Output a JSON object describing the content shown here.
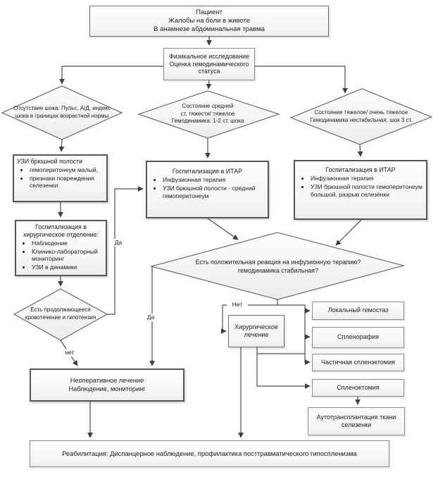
{
  "colors": {
    "connector": "#4d4d4d",
    "shape_border": "#5e5e5e",
    "box_background_top": "#fefefe",
    "box_background_bottom": "#eeeeee",
    "text": "#1a1a1a"
  },
  "nodes": {
    "patient": {
      "text": "Пациент\nЖалобы на боли в животе\nВ анамнезе абдоминальная травма"
    },
    "physical_exam": {
      "text": "Физикальное исследование\nОценка гемодинамического статуса"
    },
    "decision_no_shock": {
      "text": "Отсутствие шока: Пульс, А/Д, индекс\nшока в границах возрастной нормы"
    },
    "decision_medium": {
      "text": "Состояние средней\nст. тяжести/ тяжелое\nГемодинамика: 1-2 ст. шока"
    },
    "decision_severe": {
      "text": "Состояние тяжелое/ очень тяжелое\nГемодинамика нестабильная, шок 3 ст."
    },
    "ultrasound": {
      "title": "УЗИ брюшной полости",
      "items": [
        "гемоперитонеум малый,",
        "признаки повреждения селезенки"
      ]
    },
    "hosp_surgical_dept": {
      "title": "Госпитализация в\nхирургическое отделение:",
      "items": [
        "Наблюдение",
        "Клинико-лабораторный мониторинг",
        "УЗИ в динамике"
      ]
    },
    "itar_mid": {
      "title": "Госпитализация в ИТАР",
      "items": [
        "Инфузионная терапия",
        "УЗИ брюшной полости - средний гемоперитонеум"
      ]
    },
    "itar_right": {
      "title": "Госпитализация в ИТАР",
      "items": [
        "Инфузионная терапия",
        "УЗИ брюшной полости гемоперитонеум большой, разрыв селезёнки"
      ]
    },
    "decision_bleeding": {
      "text": "Есть продолжающееся\nкровотечение и гипотензия"
    },
    "decision_infusion": {
      "text": "Есть положительная реакция на инфузионную терапию?\nгемодинамика стабильная?"
    },
    "surgical_treatment": {
      "text": "Хирургическое\nлечение"
    },
    "nonoperative": {
      "text": "Неоперативное лечение\nНаблюдение, мониторинг"
    },
    "local_hemostasis": {
      "text": "Локальный гемостаз"
    },
    "splenorrhaphy": {
      "text": "Спленорафия"
    },
    "partial_splenectomy": {
      "text": "Частичная спленэктомия"
    },
    "splenectomy": {
      "text": "Спленэктомия"
    },
    "autotransplantation": {
      "text": "Аутотрансплантация ткани\nселезенки"
    },
    "rehabilitation": {
      "text": "Реабилитация: Диспанцерное наблюдение, профилактика посттравматического гипоспленизма"
    }
  },
  "edge_labels": {
    "yes_left": "Да",
    "yes_center": "Да",
    "no_center": "Нет",
    "no_left": "нет"
  }
}
